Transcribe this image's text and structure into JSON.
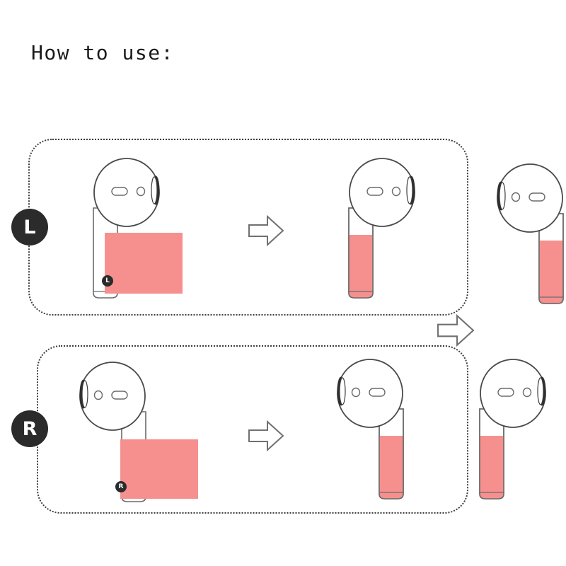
{
  "title": "How to use:",
  "colors": {
    "sticker_pink": "#f6908e",
    "badge_dark": "#2b2b2b",
    "outline_gray": "#6b6b6b",
    "dashed_border": "#3c3c3c",
    "background": "#ffffff"
  },
  "steps": [
    {
      "channel": "L",
      "badge_label": "L",
      "stem_chip_label": "L",
      "orientation": "stem-left",
      "frames": [
        {
          "name": "apply-sticker",
          "sticker_state": "sheet-unapplied",
          "stem_chip": "L"
        },
        {
          "name": "sticker-applied",
          "sticker_state": "stem-wrapped",
          "stem_chip": ""
        },
        {
          "name": "finished-mirrored",
          "sticker_state": "stem-wrapped",
          "stem_chip": ""
        }
      ]
    },
    {
      "channel": "R",
      "badge_label": "R",
      "stem_chip_label": "R",
      "orientation": "stem-right",
      "frames": [
        {
          "name": "apply-sticker",
          "sticker_state": "sheet-unapplied",
          "stem_chip": "R"
        },
        {
          "name": "sticker-applied",
          "sticker_state": "stem-wrapped",
          "stem_chip": ""
        },
        {
          "name": "finished-mirrored",
          "sticker_state": "stem-wrapped",
          "stem_chip": ""
        }
      ]
    }
  ],
  "arrows": {
    "row1_label": "next-step-arrow",
    "row2_label": "next-step-arrow",
    "between_rows_label": "repeat-for-right-arrow",
    "direction": "right"
  }
}
